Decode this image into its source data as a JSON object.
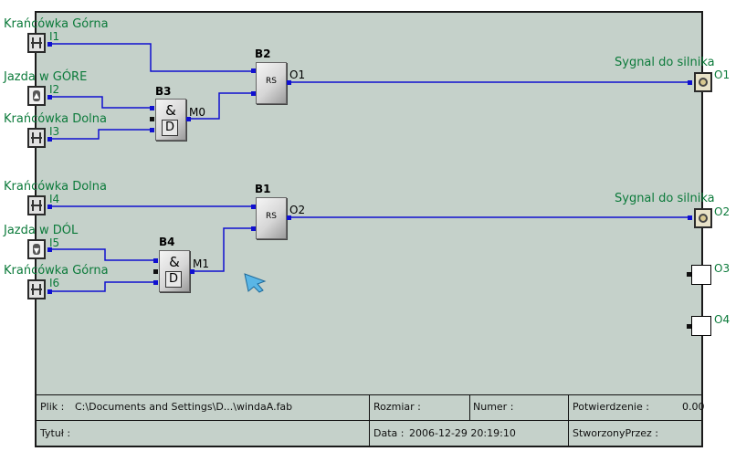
{
  "inputs": [
    {
      "label": "Krańcówka Górna",
      "pin": "I1"
    },
    {
      "label": "Jazda w GÓRE",
      "pin": "I2"
    },
    {
      "label": "Krańcówka Dolna",
      "pin": "I3"
    },
    {
      "label": "Krańcówka Dolna",
      "pin": "I4"
    },
    {
      "label": "Jazda w DÓL",
      "pin": "I5"
    },
    {
      "label": "Krańcówka Górna",
      "pin": "I6"
    }
  ],
  "blocks": {
    "b2": {
      "title": "B2",
      "type": "RS",
      "output": "O1"
    },
    "b3": {
      "title": "B3",
      "symbol": "&",
      "sub": "D",
      "output": "M0"
    },
    "b1": {
      "title": "B1",
      "type": "RS",
      "output": "O2"
    },
    "b4": {
      "title": "B4",
      "symbol": "&",
      "sub": "D",
      "output": "M1"
    }
  },
  "outputs": [
    {
      "label": "Sygnal do silnika",
      "pin": "O1"
    },
    {
      "label": "Sygnal do silnika",
      "pin": "O2"
    },
    {
      "label": "",
      "pin": "O3"
    },
    {
      "label": "",
      "pin": "O4"
    }
  ],
  "info_bar": {
    "file_label": "Plik :",
    "file_value": "C:\\Documents and Settings\\D...\\windaA.fab",
    "size_label": "Rozmiar :",
    "number_label": "Numer :",
    "confirm_label": "Potwierdzenie :",
    "confirm_value": "0.00",
    "title_label": "Tytuł :",
    "date_label": "Data :",
    "date_value": "2006-12-29 20:19:10",
    "created_label": "StworzonyPrzez :"
  },
  "colors": {
    "canvas": "#c5d1ca",
    "wire": "#1010d0",
    "label": "#0b7a3a"
  }
}
